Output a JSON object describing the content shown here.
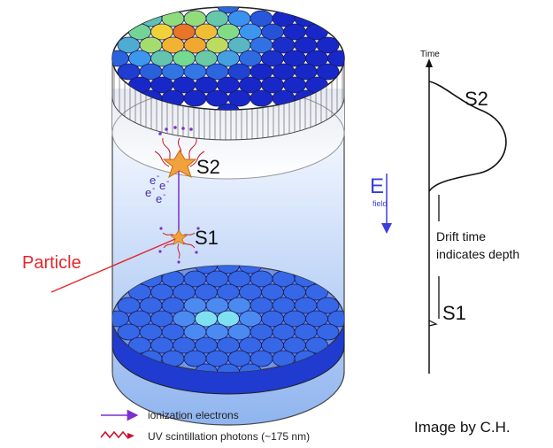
{
  "labels": {
    "s2_detector": "S2",
    "s1_detector": "S1",
    "particle": "Particle",
    "e_field_symbol": "E",
    "e_field_sub": "field",
    "electrons": [
      "e",
      "e",
      "e",
      "e"
    ],
    "electron_sup": "-"
  },
  "signal_plot": {
    "axis_label": "Time",
    "s2_label": "S2",
    "s1_label": "S1",
    "drift_text_line1": "Drift time",
    "drift_text_line2": "indicates depth"
  },
  "legend": {
    "electrons_label": "ionization electrons",
    "photons_label": "UV scintillation photons (~175 nm)"
  },
  "credit": "Image by C.H.",
  "colors": {
    "electron_arrow": "#7b2fd0",
    "photon_wave": "#c8102e",
    "particle": "#e0282c",
    "field": "#3b3fd8",
    "cylinder_liquid": "#8fb4ef"
  },
  "icons": {
    "electron_legend": "arrow-right-icon",
    "photon_legend": "wavy-arrow-icon"
  }
}
